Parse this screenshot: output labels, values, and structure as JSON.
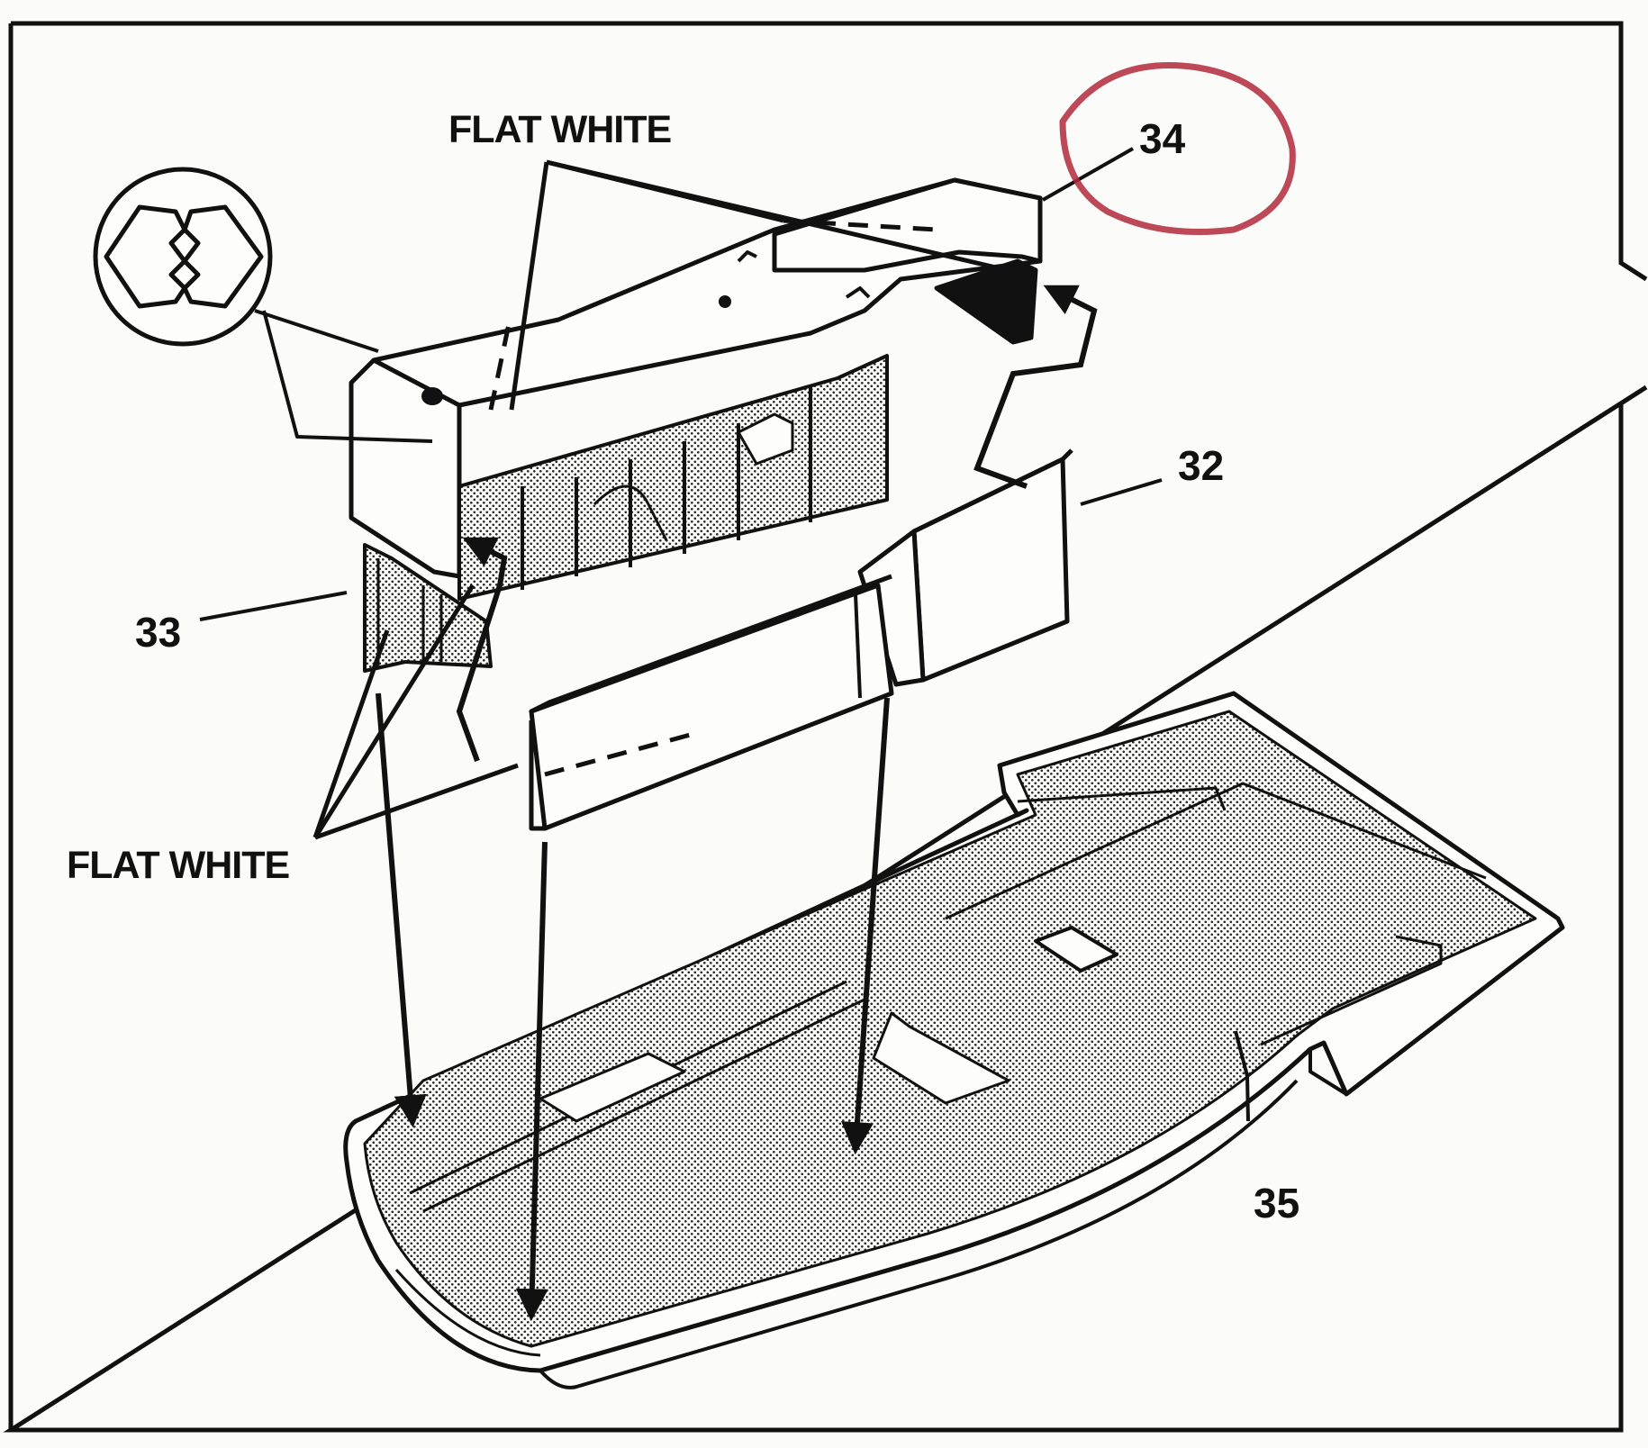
{
  "figure": {
    "labels": {
      "paint_note_top": "FLAT WHITE",
      "paint_note_bottom": "FLAT WHITE",
      "part_32": "32",
      "part_33": "33",
      "part_34": "34",
      "part_35": "35"
    },
    "symbol": "break-apart-arrows-icon",
    "colors": {
      "ink": "#111111",
      "paper": "#fbfbf9",
      "stipple": "#9a9a9a",
      "red_marker": "#b0283c"
    }
  }
}
